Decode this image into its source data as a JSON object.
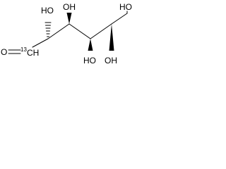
{
  "molecule": {
    "atoms": {
      "oxygen_carbonyl": "O",
      "isotope_mass": "13",
      "carbon_c1": "CH",
      "hydroxyl_c2": "HO",
      "hydroxyl_c3": "OH",
      "hydroxyl_c4": "HO",
      "hydroxyl_c5": "OH",
      "hydroxyl_c6": "HO"
    }
  }
}
